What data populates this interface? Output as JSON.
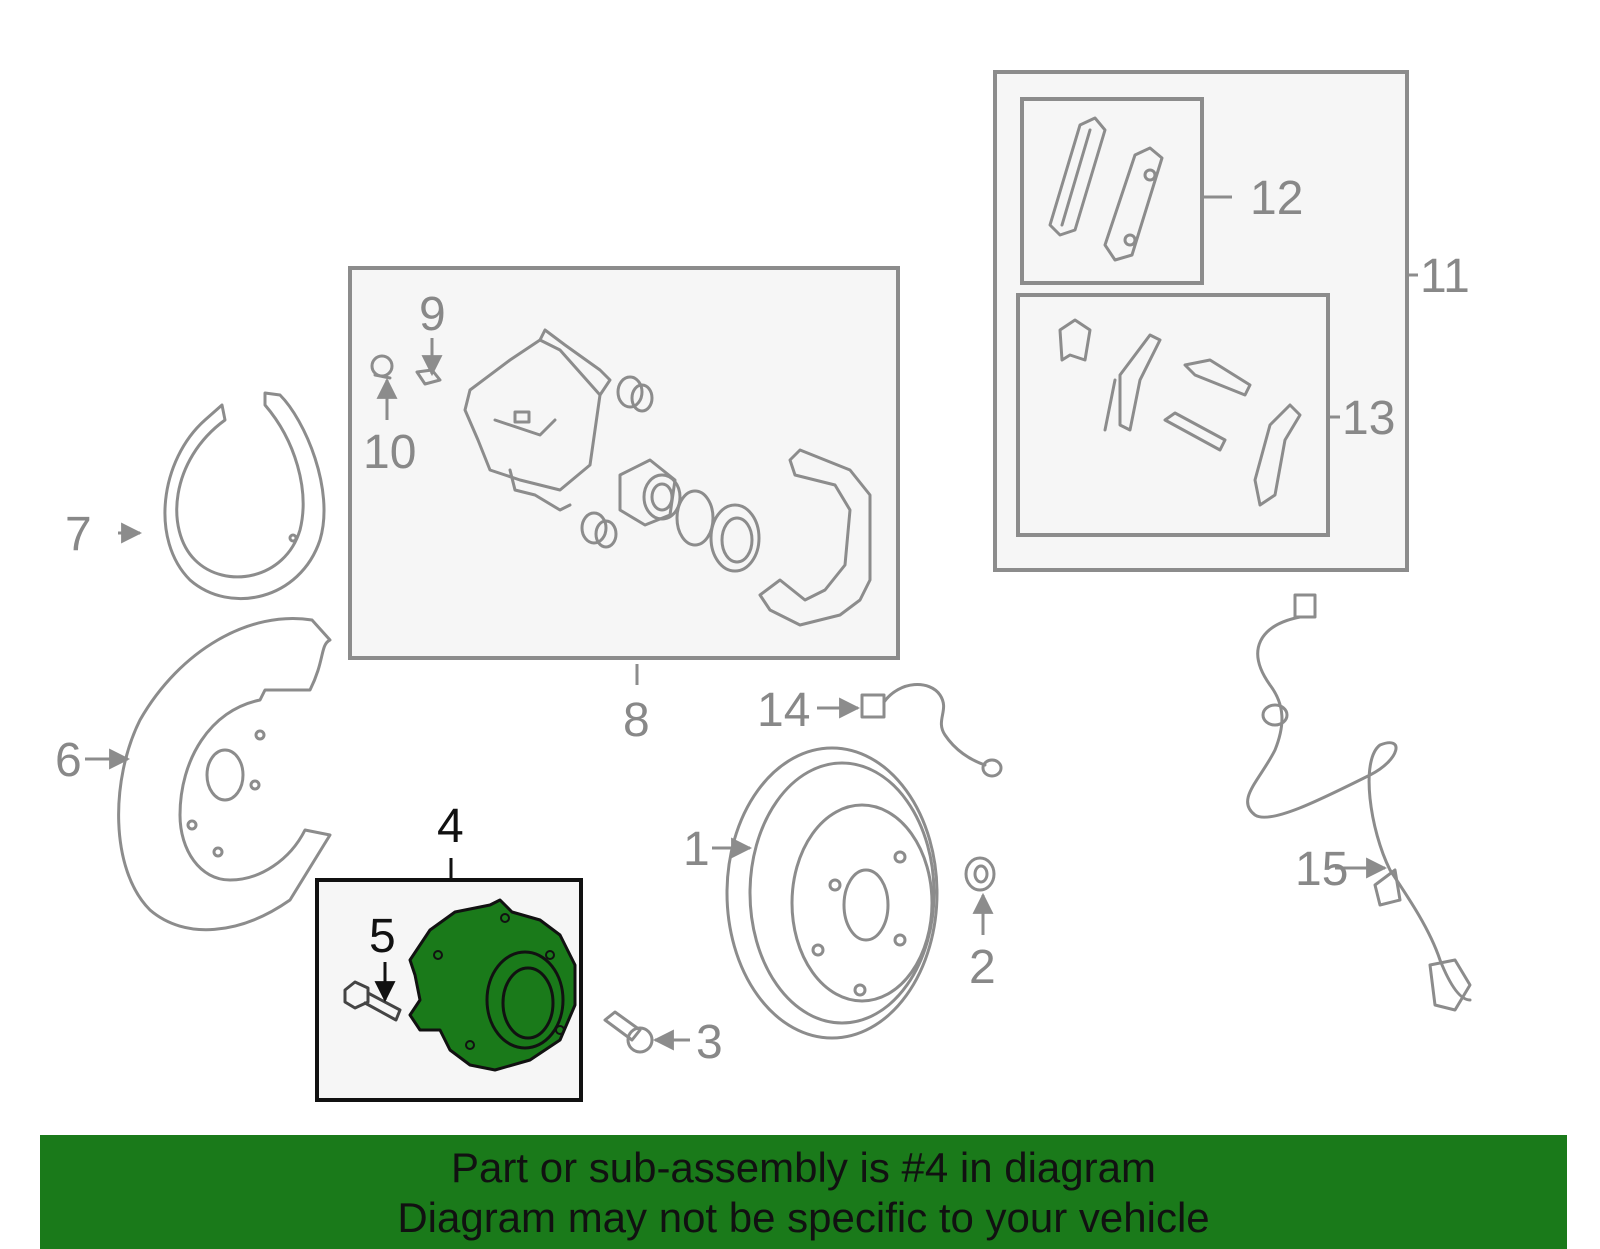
{
  "callouts": [
    "1",
    "2",
    "3",
    "4",
    "5",
    "6",
    "7",
    "8",
    "9",
    "10",
    "11",
    "12",
    "13",
    "14",
    "15"
  ],
  "highlight_callout": "4",
  "colors": {
    "highlight_fill": "#1a7a1a",
    "line": "#8c8c8c",
    "box_fill": "#f6f6f6",
    "banner": "#1a7a1a"
  },
  "banner": {
    "line1": "Part or sub-assembly is #4 in diagram",
    "line2": "Diagram may not be specific to your vehicle"
  }
}
